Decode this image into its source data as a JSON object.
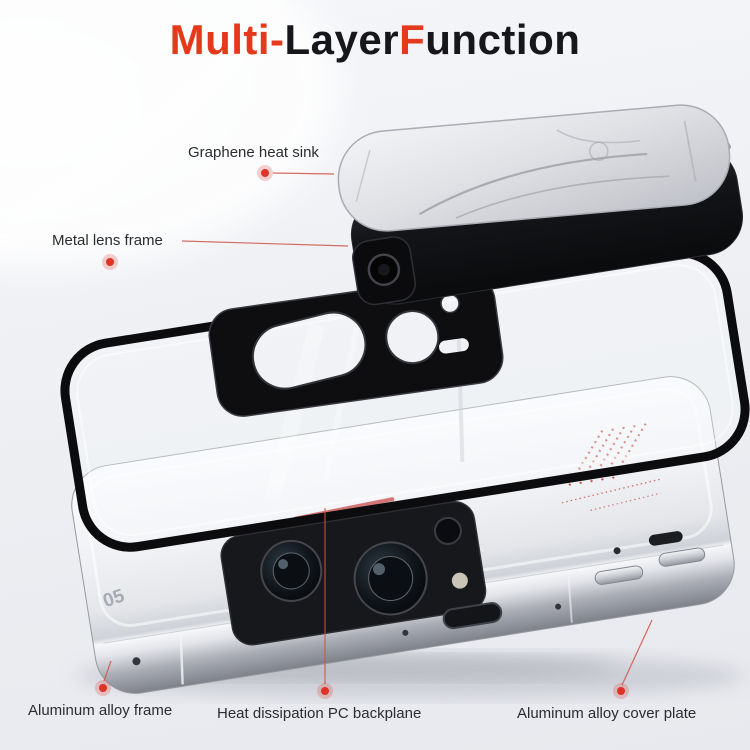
{
  "title": {
    "seg1": "Multi-",
    "seg2": "Layer",
    "seg3": "F",
    "seg4": "unction"
  },
  "callouts": {
    "graphene_heat_sink": "Graphene heat sink",
    "metal_lens_frame": "Metal lens frame",
    "aluminum_alloy_frame": "Aluminum alloy frame",
    "heat_dissipation_pc_backplane": "Heat dissipation PC backplane",
    "aluminum_alloy_cover_plate": "Aluminum alloy cover plate"
  },
  "device": {
    "marking": "05"
  },
  "colors": {
    "accent": "#e5391b",
    "title_dark": "#17171b",
    "label_text": "#2b2c30",
    "callout_dot": "#dd3426",
    "leader_line": "#cf5348"
  }
}
